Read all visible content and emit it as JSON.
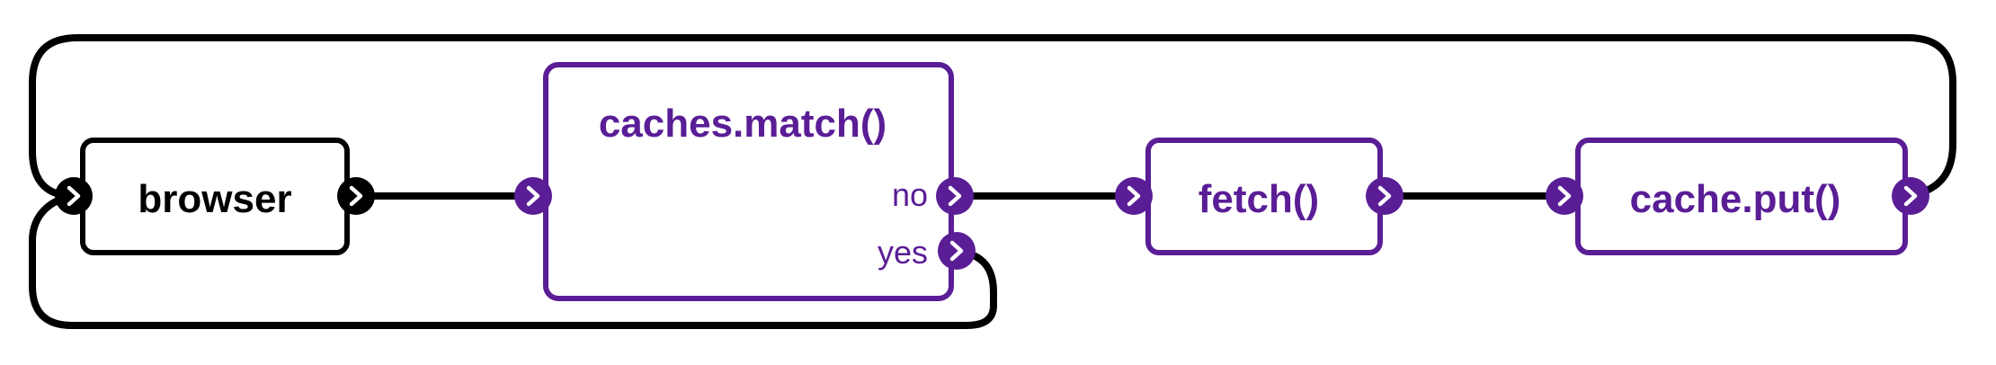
{
  "colors": {
    "ink": "#000000",
    "accent": "#5a1d96",
    "background": "#ffffff"
  },
  "nodes": {
    "browser": {
      "label": "browser"
    },
    "match": {
      "label": "caches.match()",
      "ports": {
        "no": "no",
        "yes": "yes"
      }
    },
    "fetch": {
      "label": "fetch()"
    },
    "put": {
      "label": "cache.put()"
    }
  },
  "connectors": [
    {
      "from": "browser",
      "to": "caches.match()"
    },
    {
      "from": "caches.match()",
      "port": "no",
      "to": "fetch()"
    },
    {
      "from": "fetch()",
      "to": "cache.put()"
    },
    {
      "from": "cache.put()",
      "to": "browser"
    },
    {
      "from": "caches.match()",
      "port": "yes",
      "to": "browser"
    }
  ],
  "icons": {
    "port": "chevron-right-icon"
  }
}
